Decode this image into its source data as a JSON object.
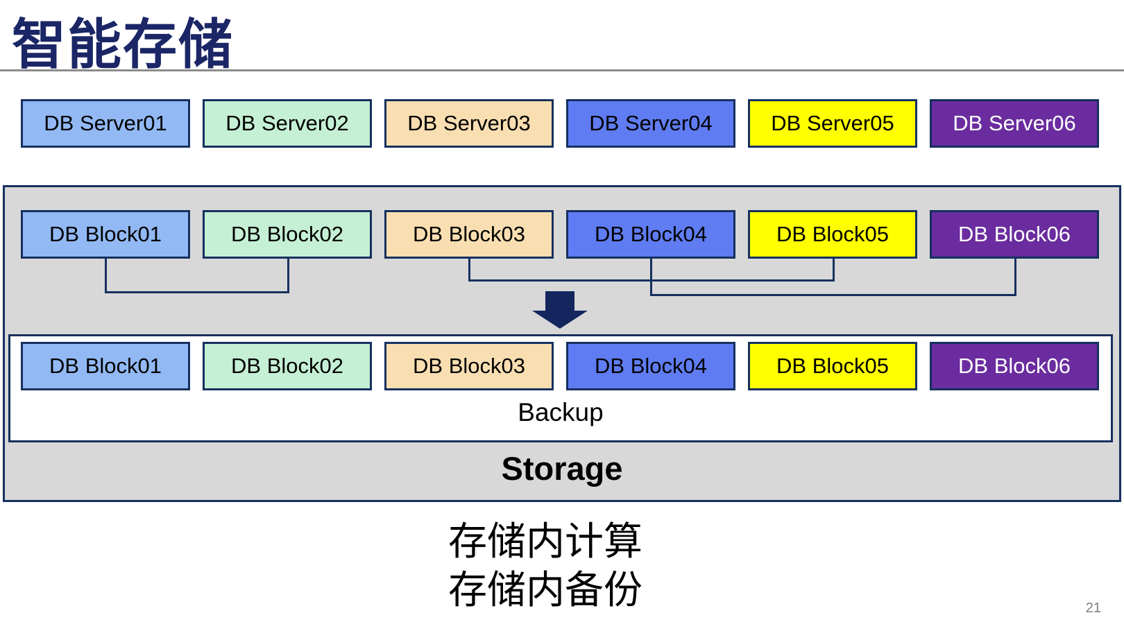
{
  "slide": {
    "title": "智能存储",
    "page_number": "21",
    "caption_line1": "存储内计算",
    "caption_line2": "存储内备份"
  },
  "palette": {
    "title_navy": "#1B2666",
    "line_navy": "#16305F",
    "arrow_navy": "#13265E",
    "container_gray": "#D8D8D8",
    "divider_gray": "#8C8C8C",
    "page_number_gray": "#7F7F7F"
  },
  "server_row": {
    "items": [
      {
        "label": "DB Server01",
        "bg": "#92B9F4",
        "fg": "#000000"
      },
      {
        "label": "DB Server02",
        "bg": "#C5F0D5",
        "fg": "#000000"
      },
      {
        "label": "DB Server03",
        "bg": "#F8DEB1",
        "fg": "#000000"
      },
      {
        "label": "DB Server04",
        "bg": "#5F7CF2",
        "fg": "#000000"
      },
      {
        "label": "DB Server05",
        "bg": "#FFFF00",
        "fg": "#000000"
      },
      {
        "label": "DB Server06",
        "bg": "#6A2C9E",
        "fg": "#FFFFFF"
      }
    ]
  },
  "storage": {
    "label": "Storage",
    "block_row": {
      "items": [
        {
          "label": "DB Block01",
          "bg": "#92B9F4",
          "fg": "#000000"
        },
        {
          "label": "DB Block02",
          "bg": "#C5F0D5",
          "fg": "#000000"
        },
        {
          "label": "DB Block03",
          "bg": "#F8DEB1",
          "fg": "#000000"
        },
        {
          "label": "DB Block04",
          "bg": "#5F7CF2",
          "fg": "#000000"
        },
        {
          "label": "DB Block05",
          "bg": "#FFFF00",
          "fg": "#000000"
        },
        {
          "label": "DB Block06",
          "bg": "#6A2C9E",
          "fg": "#FFFFFF"
        }
      ]
    },
    "connections": [
      {
        "from": "DB Block01",
        "to": "DB Block02"
      },
      {
        "from": "DB Block03",
        "to": "DB Block05"
      },
      {
        "from": "DB Block04",
        "to": "DB Block06"
      }
    ],
    "backup": {
      "label": "Backup",
      "block_row": {
        "items": [
          {
            "label": "DB Block01",
            "bg": "#92B9F4",
            "fg": "#000000"
          },
          {
            "label": "DB Block02",
            "bg": "#C5F0D5",
            "fg": "#000000"
          },
          {
            "label": "DB Block03",
            "bg": "#F8DEB1",
            "fg": "#000000"
          },
          {
            "label": "DB Block04",
            "bg": "#5F7CF2",
            "fg": "#000000"
          },
          {
            "label": "DB Block05",
            "bg": "#FFFF00",
            "fg": "#000000"
          },
          {
            "label": "DB Block06",
            "bg": "#6A2C9E",
            "fg": "#FFFFFF"
          }
        ]
      }
    }
  }
}
